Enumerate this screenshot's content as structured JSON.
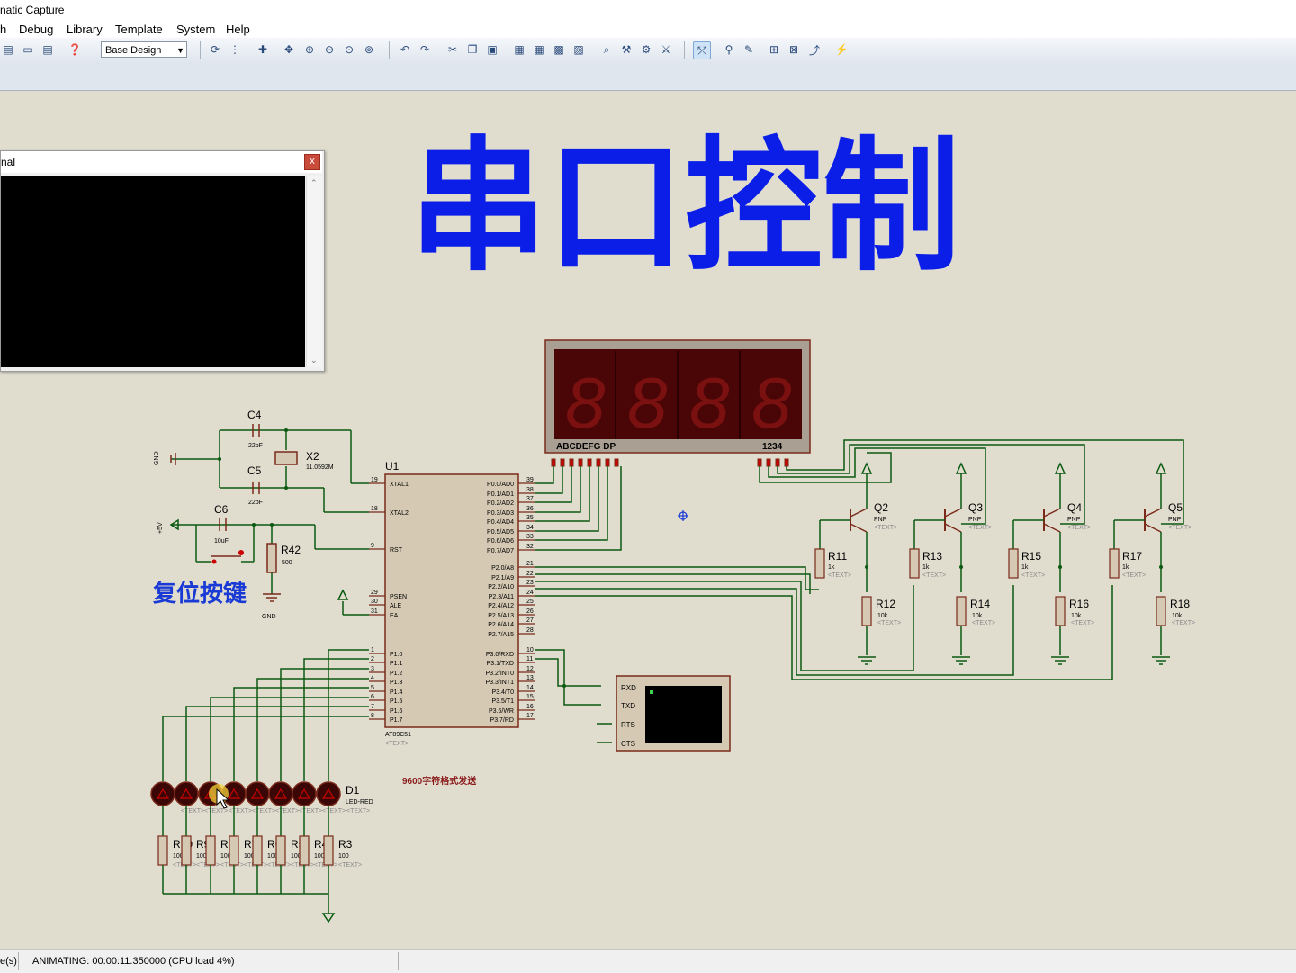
{
  "window": {
    "title": "natic Capture"
  },
  "menu": [
    "h",
    "Debug",
    "Library",
    "Template",
    "System",
    "Help"
  ],
  "toolbar": {
    "design_select": "Base Design"
  },
  "terminal": {
    "title": "nal",
    "close": "x"
  },
  "schematic": {
    "big_title": "串口控制",
    "reset_label": "复位按键",
    "baud_note": "9600字符格式发送",
    "display_segments": "ABCDEFG  DP",
    "display_digits": "1234",
    "gnd": "GND",
    "vcc": "+5V",
    "text_placeholder": "<TEXT>",
    "c4": {
      "ref": "C4",
      "val": "22pF"
    },
    "c5": {
      "ref": "C5",
      "val": "22pF"
    },
    "c6": {
      "ref": "C6",
      "val": "10uF"
    },
    "x2": {
      "ref": "X2",
      "val": "11.0592M"
    },
    "r42": {
      "ref": "R42",
      "val": "500"
    },
    "u1": {
      "ref": "U1",
      "part": "AT89C51",
      "left_pins": [
        {
          "num": "19",
          "name": "XTAL1"
        },
        {
          "num": "18",
          "name": "XTAL2"
        },
        {
          "num": "9",
          "name": "RST"
        },
        {
          "num": "29",
          "name": "PSEN"
        },
        {
          "num": "30",
          "name": "ALE"
        },
        {
          "num": "31",
          "name": "EA"
        },
        {
          "num": "1",
          "name": "P1.0"
        },
        {
          "num": "2",
          "name": "P1.1"
        },
        {
          "num": "3",
          "name": "P1.2"
        },
        {
          "num": "4",
          "name": "P1.3"
        },
        {
          "num": "5",
          "name": "P1.4"
        },
        {
          "num": "6",
          "name": "P1.5"
        },
        {
          "num": "7",
          "name": "P1.6"
        },
        {
          "num": "8",
          "name": "P1.7"
        }
      ],
      "right_pins": [
        {
          "num": "39",
          "name": "P0.0/AD0"
        },
        {
          "num": "38",
          "name": "P0.1/AD1"
        },
        {
          "num": "37",
          "name": "P0.2/AD2"
        },
        {
          "num": "36",
          "name": "P0.3/AD3"
        },
        {
          "num": "35",
          "name": "P0.4/AD4"
        },
        {
          "num": "34",
          "name": "P0.5/AD5"
        },
        {
          "num": "33",
          "name": "P0.6/AD6"
        },
        {
          "num": "32",
          "name": "P0.7/AD7"
        },
        {
          "num": "21",
          "name": "P2.0/A8"
        },
        {
          "num": "22",
          "name": "P2.1/A9"
        },
        {
          "num": "23",
          "name": "P2.2/A10"
        },
        {
          "num": "24",
          "name": "P2.3/A11"
        },
        {
          "num": "25",
          "name": "P2.4/A12"
        },
        {
          "num": "26",
          "name": "P2.5/A13"
        },
        {
          "num": "27",
          "name": "P2.6/A14"
        },
        {
          "num": "28",
          "name": "P2.7/A15"
        },
        {
          "num": "10",
          "name": "P3.0/RXD"
        },
        {
          "num": "11",
          "name": "P3.1/TXD"
        },
        {
          "num": "12",
          "name": "P3.2/INT0"
        },
        {
          "num": "13",
          "name": "P3.3/INT1"
        },
        {
          "num": "14",
          "name": "P3.4/T0"
        },
        {
          "num": "15",
          "name": "P3.5/T1"
        },
        {
          "num": "16",
          "name": "P3.6/WR"
        },
        {
          "num": "17",
          "name": "P3.7/RD"
        }
      ]
    },
    "vterm_pins": [
      "RXD",
      "TXD",
      "RTS",
      "CTS"
    ],
    "transistors": [
      {
        "ref": "Q2",
        "type": "PNP",
        "rb": "R11",
        "rb_val": "1k",
        "rc": "R12",
        "rc_val": "10k"
      },
      {
        "ref": "Q3",
        "type": "PNP",
        "rb": "R13",
        "rb_val": "1k",
        "rc": "R14",
        "rc_val": "10k"
      },
      {
        "ref": "Q4",
        "type": "PNP",
        "rb": "R15",
        "rb_val": "1k",
        "rc": "R16",
        "rc_val": "10k"
      },
      {
        "ref": "Q5",
        "type": "PNP",
        "rb": "R17",
        "rb_val": "1k",
        "rc": "R18",
        "rc_val": "10k"
      }
    ],
    "led": {
      "ref": "D1",
      "val": "LED-RED"
    },
    "led_resistors": [
      "R10",
      "R9",
      "R8",
      "R7",
      "R6",
      "R5",
      "R4",
      "R3"
    ],
    "led_res_val": "100"
  },
  "status": {
    "left": "e(s)",
    "main": "ANIMATING: 00:00:11.350000 (CPU load 4%)"
  }
}
